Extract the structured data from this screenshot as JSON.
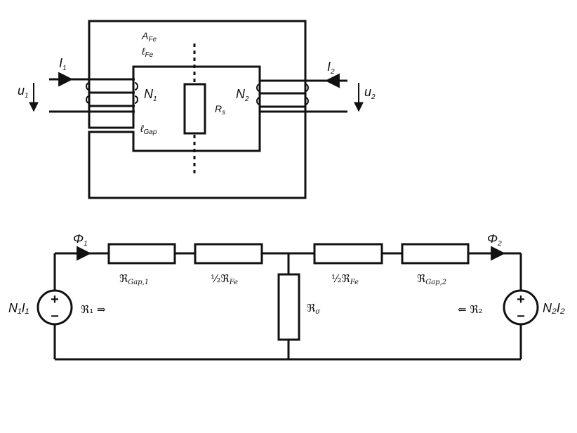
{
  "transformer": {
    "core_area_label": "A",
    "core_area_sub": "Fe",
    "core_length_label": "ℓ",
    "core_length_sub": "Fe",
    "gap_length_label": "ℓ",
    "gap_length_sub": "Gap",
    "primary_current_label": "I",
    "primary_current_sub": "1",
    "secondary_current_label": "I",
    "secondary_current_sub": "2",
    "primary_voltage_label": "u",
    "primary_voltage_sub": "1",
    "secondary_voltage_label": "u",
    "secondary_voltage_sub": "2",
    "primary_turns_label": "N",
    "primary_turns_sub": "1",
    "secondary_turns_label": "N",
    "secondary_turns_sub": "2",
    "shunt_label": "R",
    "shunt_sub": "s"
  },
  "circuit": {
    "flux1_label": "Φ",
    "flux1_sub": "1",
    "flux2_label": "Φ",
    "flux2_sub": "2",
    "r_gap1_label": "ℜ",
    "r_gap1_sub": "Gap,1",
    "r_fe_left_label": "½ℜ",
    "r_fe_left_sub": "Fe",
    "r_fe_right_label": "½ℜ",
    "r_fe_right_sub": "Fe",
    "r_gap2_label": "ℜ",
    "r_gap2_sub": "Gap,2",
    "r_sigma_label": "ℜ",
    "r_sigma_sub": "σ",
    "source_left_label": "N₁I₁",
    "source_right_label": "N₂I₂",
    "reluctance1_label": "ℜ₁ ⇒",
    "reluctance2_label": "⇐ ℜ₂",
    "plus_sign": "+",
    "minus_sign": "−"
  }
}
